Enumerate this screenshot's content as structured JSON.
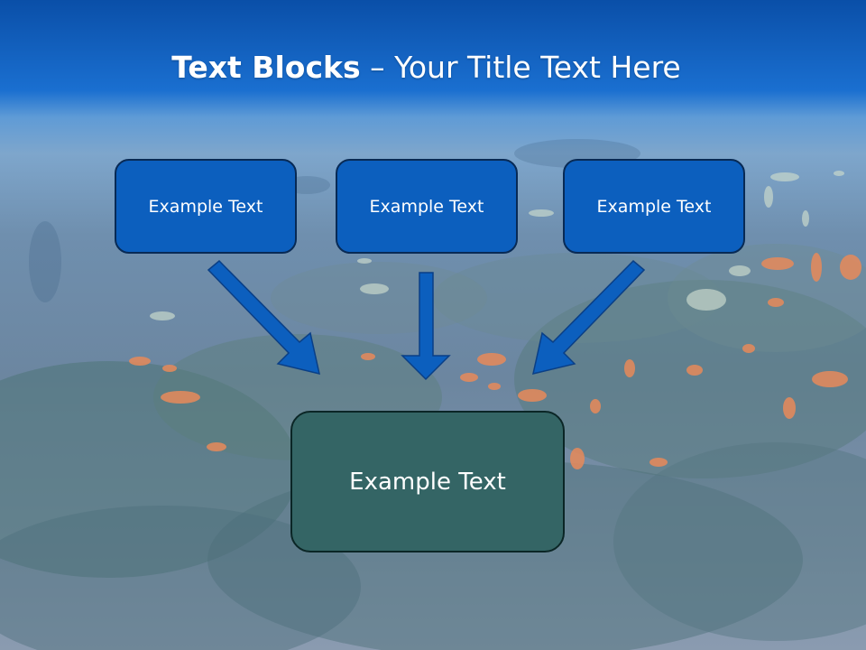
{
  "slide": {
    "title_bold": "Text Blocks",
    "title_dash": " – ",
    "title_rest": "Your Title Text Here"
  },
  "boxes": {
    "left": "Example Text",
    "center": "Example Text",
    "right": "Example Text",
    "bottom": "Example Text"
  },
  "colors": {
    "header_blue": "#0a4fa8",
    "box_blue": "#0c5fbe",
    "box_teal": "#346565",
    "arrow_blue": "#0c5fbe"
  }
}
